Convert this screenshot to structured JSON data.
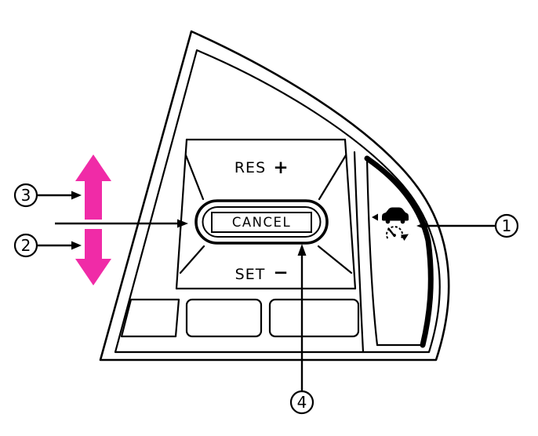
{
  "diagram": {
    "description": "Steering wheel cruise control switch diagram",
    "colors": {
      "line": "#000000",
      "highlight": "#f02ba7",
      "background": "#ffffff"
    },
    "buttons": {
      "resume": {
        "label": "RES",
        "sign": "+"
      },
      "cancel": {
        "label": "CANCEL"
      },
      "set": {
        "label": "SET",
        "sign": "−"
      }
    },
    "callouts": {
      "icon_indicator": "1",
      "down_arrow": "2",
      "up_arrow": "3",
      "cancel_button": "4"
    },
    "icon": "cruise-control-speedometer-car-icon"
  }
}
